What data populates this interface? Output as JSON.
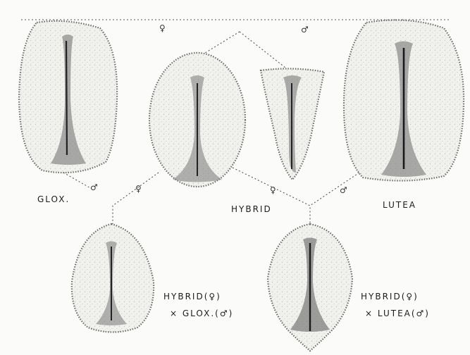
{
  "labels": {
    "glox": "GLOX.",
    "hybrid": "HYBRID",
    "lutea": "LUTEA",
    "cross1_line1": "HYBRID(♀)",
    "cross1_line2": "× GLOX.(♂)",
    "cross2_line1": "HYBRID(♀)",
    "cross2_line2": "× LUTEA(♂)"
  },
  "symbols": {
    "female": "♀",
    "male": "♂"
  },
  "colors": {
    "ink": "#1c1c1c",
    "stipple": "#7a7a7a",
    "seed_fill": "#f1f1ee",
    "background": "#fbfbf9"
  }
}
